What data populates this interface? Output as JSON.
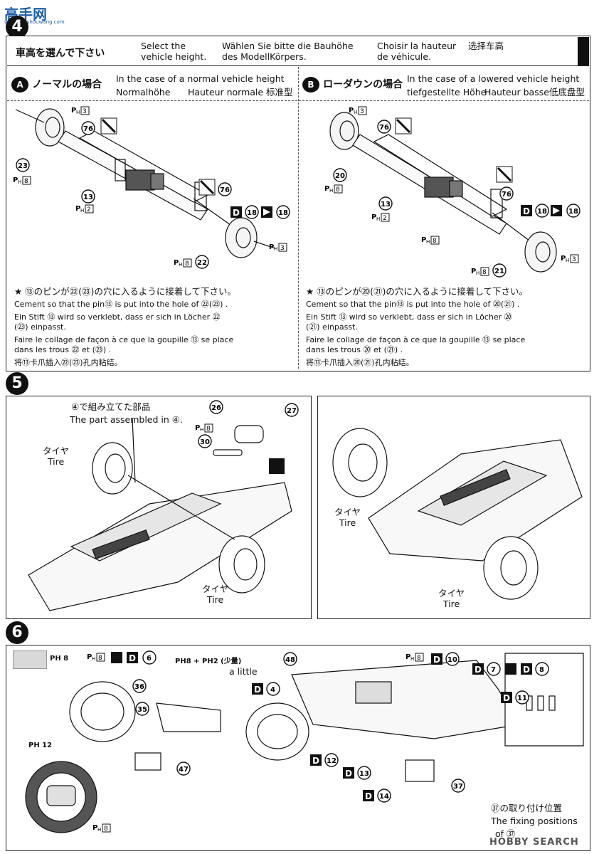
{
  "watermark_top": "高手网",
  "watermark_sub": "www.gaoshouwang.com",
  "watermark_bottom": "HOBBY SEARCH",
  "step4": {
    "number": "4",
    "header": {
      "ja": "車高を選んで下さい",
      "en": "Select the vehicle height.",
      "de": "Wählen Sie bitte die Bauhöhe des ModellKörpers.",
      "fr": "Choisir la hauteur de véhicule.",
      "zh": "选择车高"
    },
    "panelA": {
      "letter": "A",
      "ja": "ノーマルの場合",
      "en": "In the case of a normal vehicle height",
      "de": "Normalhöhe",
      "fr": "Hauteur normale",
      "zh": "标准型",
      "labels": [
        "PH3",
        "76",
        "23",
        "PH8",
        "13",
        "PH2",
        "76",
        "18",
        "18",
        "PH3",
        "PH8",
        "22",
        "D"
      ],
      "note_ja": "★ ⑬のピンが㉒(㉓)の穴に入るように接着して下さい。",
      "note_en": "Cement so that the pin⑬ is put into the hole of ㉒(㉓) .",
      "note_de": "Ein Stift ⑬ wird so verklebt, dass er sich in Löcher ㉒ (㉓) einpasst.",
      "note_fr": "Faire le collage de façon à ce que la goupille ⑬ se place dans les trous ㉒ et (㉓) .",
      "note_zh": "将⑬卡爪插入㉒(㉓)孔内粘结。"
    },
    "panelB": {
      "letter": "B",
      "ja": "ローダウンの場合",
      "en": "In the case of a lowered vehicle height",
      "de": "tiefgestellte Höhe",
      "fr": "Hauteur basse",
      "zh": "低底盘型",
      "note_ja": "★ ⑬のピンが⑳(㉑)の穴に入るように接着して下さい。",
      "note_en": "Cement so that the pin⑬ is put into the hole of ⑳(㉑) .",
      "note_de": "Ein Stift ⑬ wird so verklebt, dass er sich in Löcher ⑳ (㉑) einpasst.",
      "note_fr": "Faire le collage de façon à ce que la goupille ⑬ se place dans les trous ⑳ et (㉑) .",
      "note_zh": "将⑬卡爪插入⑳(㉑)孔内粘结。"
    }
  },
  "step5": {
    "number": "5",
    "assembled_ja": "④で組み立てた部品",
    "assembled_en": "The part assembled in ④.",
    "tire_ja": "タイヤ",
    "tire_en": "Tire",
    "parts": [
      "26",
      "27",
      "30",
      "PH8"
    ]
  },
  "step6": {
    "number": "6",
    "ph8": "PH 8",
    "little_ja": "PH8 + PH2 (少量)",
    "little_en": "a little",
    "parts": [
      "36",
      "35",
      "47",
      "48",
      "37"
    ],
    "d_labels": [
      "D 6",
      "D 4",
      "D 10",
      "D 7",
      "D 8",
      "D 11",
      "D 12",
      "D 13",
      "D 14"
    ],
    "ph12": "PH 12",
    "fix_ja": "㊲の取り付け位置",
    "fix_en": "The fixing positions",
    "fix_en2": "of ㊲"
  }
}
